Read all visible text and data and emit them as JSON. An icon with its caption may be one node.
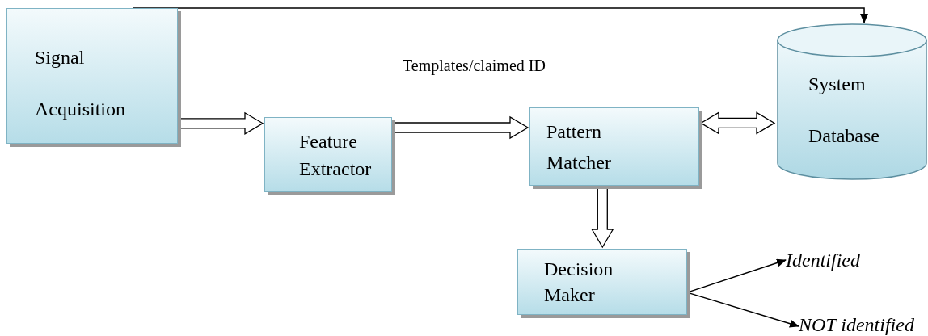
{
  "diagram": {
    "nodes": [
      {
        "text": [
          "Signal Acquisition"
        ]
      },
      {
        "text": [
          "Feature Extractor"
        ]
      },
      {
        "text": [
          "Pattern Matcher"
        ]
      },
      {
        "text": [
          "System Database"
        ]
      },
      {
        "text": [
          "Decision Maker"
        ]
      },
      {
        "text": [
          "Identified"
        ]
      },
      {
        "text": [
          "NOT identified"
        ]
      }
    ],
    "edges": [
      {
        "from": 0,
        "to": 3,
        "arrow": "to"
      },
      {
        "from": 0,
        "to": 1,
        "arrow": "to",
        "style": "thick"
      },
      {
        "from": 1,
        "to": 2,
        "arrow": "to",
        "style": "thick"
      },
      {
        "from": 2,
        "to": 3,
        "arrow": "both",
        "style": "thick"
      },
      {
        "from": 2,
        "to": 4,
        "arrow": "to",
        "style": "thick"
      },
      {
        "from": 4,
        "to": 5,
        "arrow": "to"
      },
      {
        "from": 4,
        "to": 6,
        "arrow": "to"
      }
    ],
    "labels": [
      "Templates/claimed ID"
    ]
  }
}
